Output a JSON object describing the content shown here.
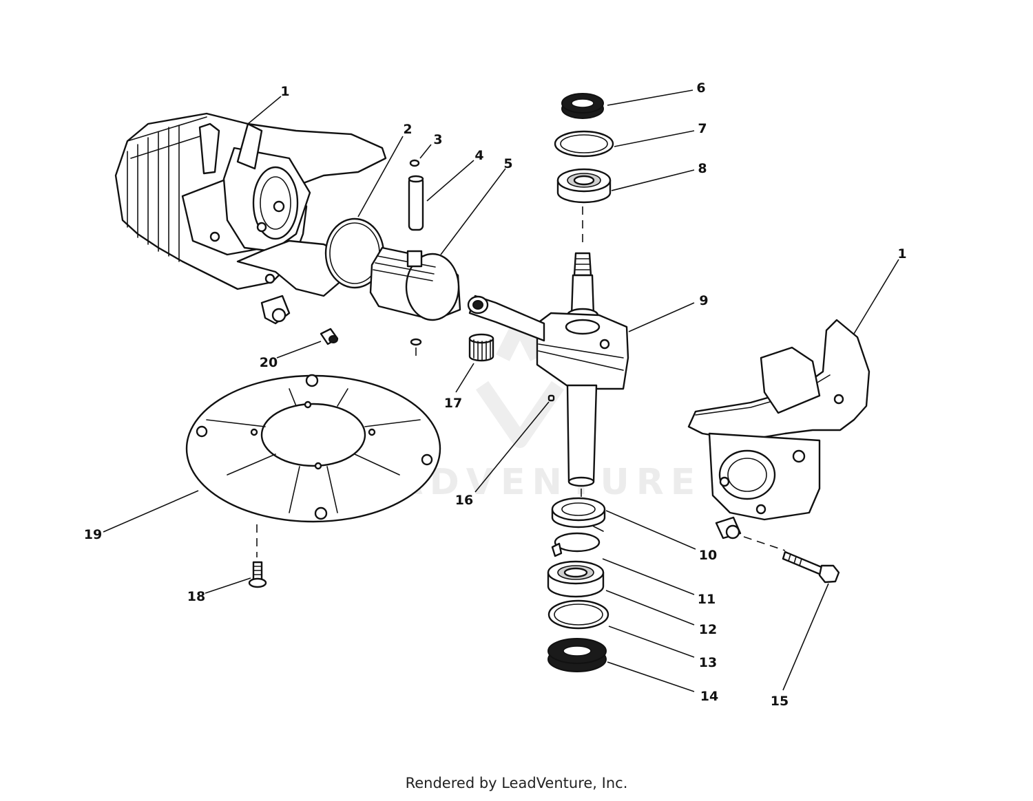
{
  "watermark": {
    "text": "LEADVENTURE"
  },
  "footer": {
    "text": "Rendered by LeadVenture, Inc."
  },
  "callouts": [
    {
      "id": "c1a",
      "label": "1"
    },
    {
      "id": "c1b",
      "label": "1"
    },
    {
      "id": "c2",
      "label": "2"
    },
    {
      "id": "c3",
      "label": "3"
    },
    {
      "id": "c4",
      "label": "4"
    },
    {
      "id": "c5",
      "label": "5"
    },
    {
      "id": "c6",
      "label": "6"
    },
    {
      "id": "c7",
      "label": "7"
    },
    {
      "id": "c8",
      "label": "8"
    },
    {
      "id": "c9",
      "label": "9"
    },
    {
      "id": "c10",
      "label": "10"
    },
    {
      "id": "c11",
      "label": "11"
    },
    {
      "id": "c12",
      "label": "12"
    },
    {
      "id": "c13",
      "label": "13"
    },
    {
      "id": "c14",
      "label": "14"
    },
    {
      "id": "c15",
      "label": "15"
    },
    {
      "id": "c16",
      "label": "16"
    },
    {
      "id": "c17",
      "label": "17"
    },
    {
      "id": "c18",
      "label": "18"
    },
    {
      "id": "c19",
      "label": "19"
    },
    {
      "id": "c20",
      "label": "20"
    }
  ]
}
